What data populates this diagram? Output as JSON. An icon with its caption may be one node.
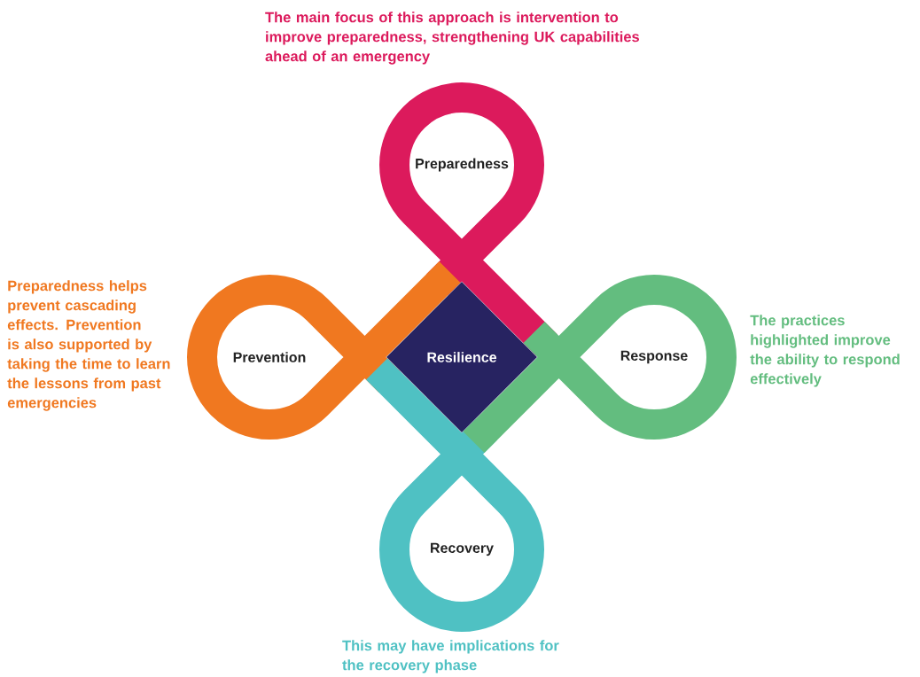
{
  "diagram": {
    "nodes": [
      {
        "text": [
          "Preparedness"
        ],
        "beside": [
          "The main focus of this approach is intervention to improve preparedness, strengthening UK capabilities ahead of an emergency"
        ]
      },
      {
        "text": [
          "Prevention"
        ],
        "beside": [
          "Preparedness helps prevent cascading effects. Prevention is also supported by taking the time to learn the lessons from past emergencies"
        ]
      },
      {
        "text": [
          "Resilience"
        ]
      },
      {
        "text": [
          "Response"
        ],
        "beside": [
          "The practices highlighted improve the ability to respond effectively"
        ]
      },
      {
        "text": [
          "Recovery"
        ],
        "beside": [
          "This may have implications for the recovery phase"
        ]
      }
    ]
  }
}
